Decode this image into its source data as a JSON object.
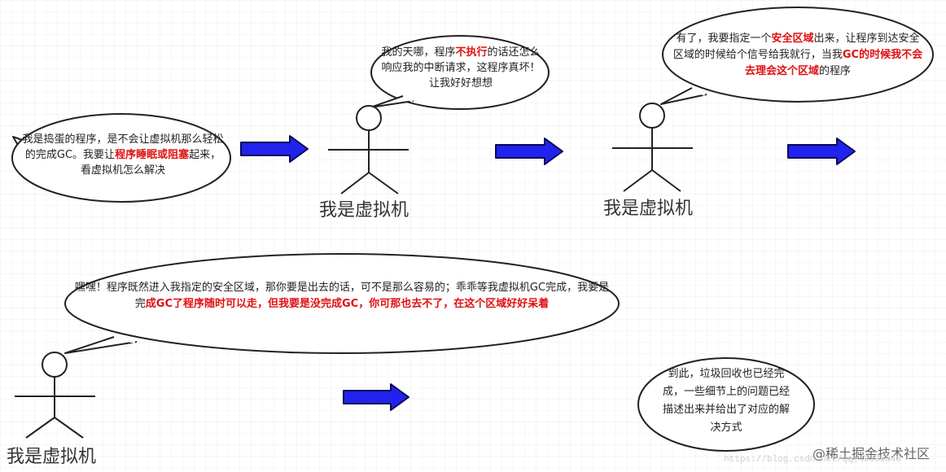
{
  "bubbles": {
    "b1": {
      "plain_1": "我是捣蛋的程序，是不会让虚拟机那么轻松的完成GC。我要让",
      "highlight_1": "程序睡眠或阻塞",
      "plain_2": "起来，看虚拟机怎么解决"
    },
    "b2": {
      "plain_1": "我的天哪，程序",
      "highlight_1": "不执行",
      "plain_2": "的话还怎么响应我的中断请求，这程序真坏！让我好好想想"
    },
    "b3": {
      "plain_1": "有了，我要指定一个",
      "highlight_1": "安全区域",
      "plain_2": "出来，让程序到达安全区域的时候给个信号给我就行，当我",
      "highlight_2": "GC的时候我不会去理会这个区域",
      "plain_3": "的程序"
    },
    "b4": {
      "plain_1": "嘿嘿！程序既然进入我指定的安全区域，那你要是出去的话，可不是那么容易的；乖乖等我虚拟机GC完成，我要是完",
      "highlight_1": "成GC了程序随时可以走，但我要是没完成GC，你可那也去不了，在这个区域好好呆着"
    },
    "b5": {
      "text": "到此，垃圾回收也已经完成，一些细节上的问题已经描述出来并给出了对应的解决方式"
    }
  },
  "actors": {
    "a1": "我是虚拟机",
    "a2": "我是虚拟机",
    "a3": "我是虚拟机"
  },
  "watermark": {
    "main": "@稀土掘金技术社区",
    "sub": "https://blog.csdn.net/qq_40395048"
  },
  "colors": {
    "arrow_fill": "#2222ee",
    "arrow_stroke": "#0a0a55",
    "highlight": "#e01010",
    "grid": "#ececec",
    "outline": "#222222"
  }
}
